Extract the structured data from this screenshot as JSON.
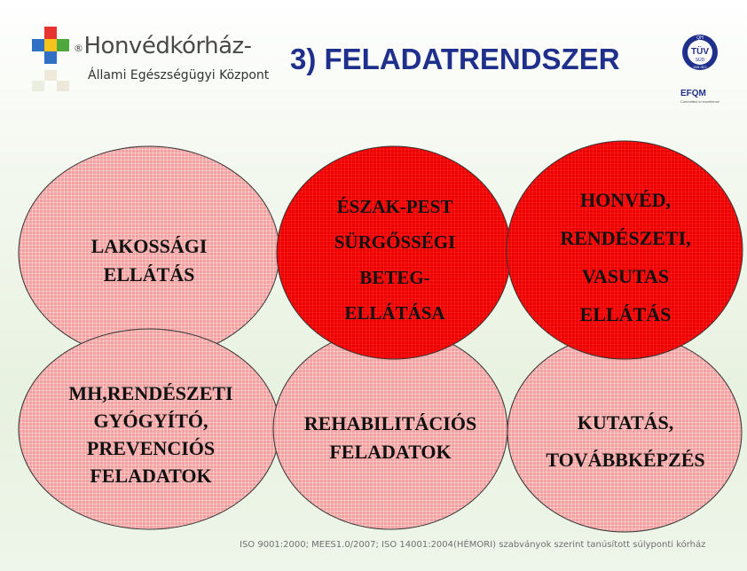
{
  "header": {
    "logo_name": "Honvédkórház-",
    "logo_registered": "®",
    "logo_subtitle": "Állami Egészségügyi Központ",
    "title": "3) FELADATRENDSZER"
  },
  "badges": {
    "tuv_top": "QH",
    "tuv_main": "TÜV",
    "tuv_sub": "SÜD",
    "tuv_bottom": "DIN ISO",
    "efqm": "EFQM",
    "efqm_tagline": "Committed to excellence"
  },
  "colors": {
    "title": "#1f2f8c",
    "light_circle": "#f2a0a0",
    "dark_circle": "#ee0000"
  },
  "circles": [
    {
      "lines": [
        "LAKOSSÁGI",
        "ELLÁTÁS"
      ],
      "style": "light"
    },
    {
      "lines": [
        "ÉSZAK-PEST",
        "SÜRGŐSSÉGI",
        "BETEG-",
        "ELLÁTÁSA"
      ],
      "style": "dark"
    },
    {
      "lines": [
        "HONVÉD,",
        "RENDÉSZETI,",
        "VASUTAS",
        "ELLÁTÁS"
      ],
      "style": "dark"
    },
    {
      "lines": [
        "MH,RENDÉSZETI",
        "GYÓGYÍTÓ,",
        "PREVENCIÓS",
        "FELADATOK"
      ],
      "style": "light"
    },
    {
      "lines": [
        "REHABILITÁCIÓS",
        "FELADATOK"
      ],
      "style": "light"
    },
    {
      "lines": [
        "KUTATÁS,",
        "TOVÁBBKÉPZÉS"
      ],
      "style": "light"
    }
  ],
  "footer": "ISO 9001:2000; MEES1.0/2007; ISO 14001:2004(HÉMORI)  szabványok szerint tanúsított súlyponti kórház"
}
